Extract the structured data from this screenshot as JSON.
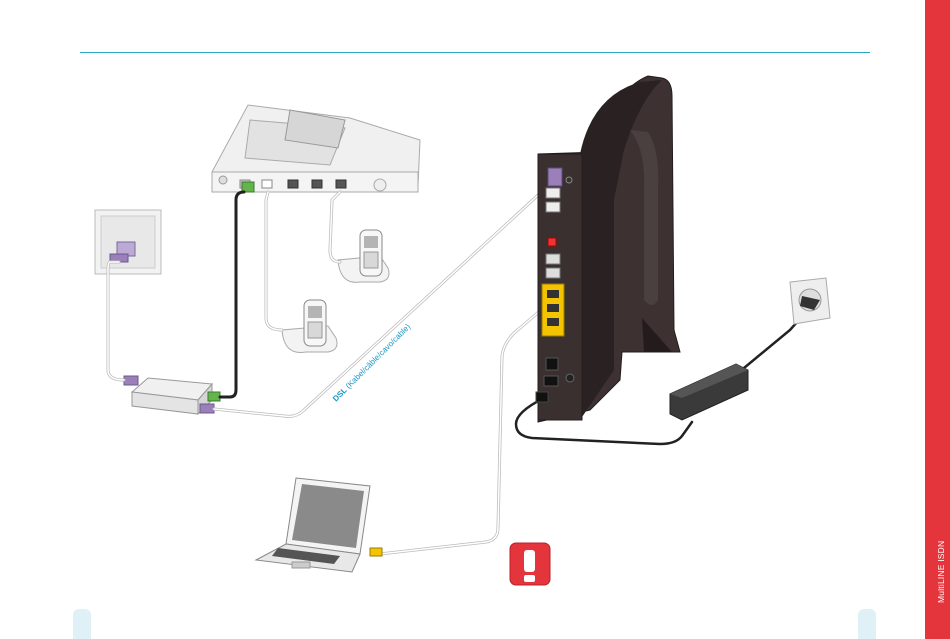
{
  "sidebar": {
    "label": "MultiLINE ISDN",
    "color": "#e4343c"
  },
  "diagram": {
    "cable_label_bold": "DSL",
    "cable_label_rest": " (Kabel/câble/cavo/cable)",
    "rule_color": "#29a9c6",
    "router_color": "#3b3130",
    "port_colors": {
      "dsl": "#9b7fb8",
      "phone": "#e5e5e5",
      "isdn": "#e33",
      "lan": "#f4c400",
      "network": "#63b54b"
    },
    "warning_icon": "exclamation-icon"
  }
}
